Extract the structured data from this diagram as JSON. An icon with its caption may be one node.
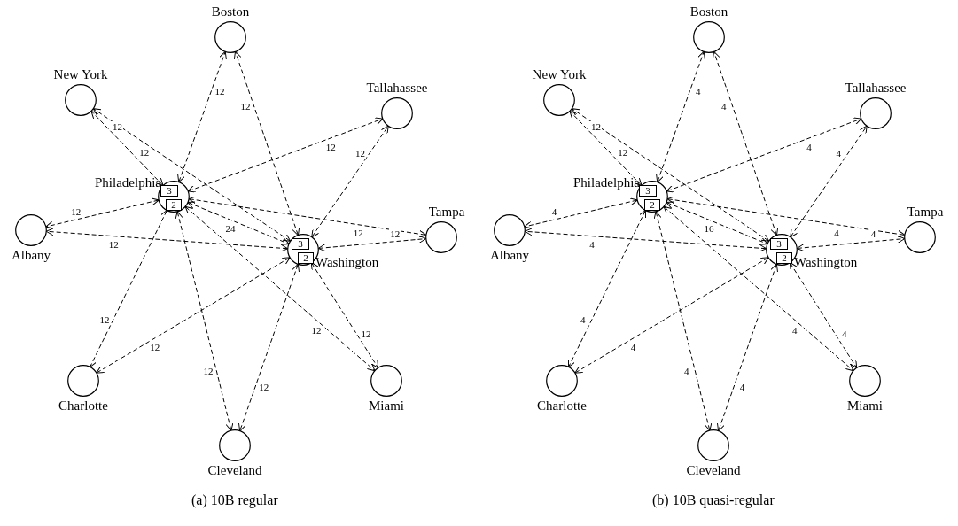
{
  "diagram": {
    "nodes": [
      {
        "text": [
          "Boston"
        ]
      },
      {
        "text": [
          "New York"
        ]
      },
      {
        "text": [
          "Tallahassee"
        ]
      },
      {
        "text": [
          "Philadelphia"
        ]
      },
      {
        "text": [
          "3"
        ],
        "in": 3
      },
      {
        "text": [
          "2"
        ],
        "in": 3
      },
      {
        "text": [
          "Tampa"
        ]
      },
      {
        "text": [
          "Albany"
        ]
      },
      {
        "text": [
          "Washington"
        ]
      },
      {
        "text": [
          "3"
        ],
        "in": 8
      },
      {
        "text": [
          "2"
        ],
        "in": 8
      },
      {
        "text": [
          "Charlotte"
        ]
      },
      {
        "text": [
          "Miami"
        ]
      },
      {
        "text": [
          "Cleveland"
        ]
      },
      {
        "text": [
          "Boston"
        ]
      },
      {
        "text": [
          "New York"
        ]
      },
      {
        "text": [
          "Tallahassee"
        ]
      },
      {
        "text": [
          "Philadelphia"
        ]
      },
      {
        "text": [
          "3"
        ],
        "in": 17
      },
      {
        "text": [
          "2"
        ],
        "in": 17
      },
      {
        "text": [
          "Tampa"
        ]
      },
      {
        "text": [
          "Albany"
        ]
      },
      {
        "text": [
          "Washington"
        ]
      },
      {
        "text": [
          "3"
        ],
        "in": 22
      },
      {
        "text": [
          "2"
        ],
        "in": 22
      },
      {
        "text": [
          "Charlotte"
        ]
      },
      {
        "text": [
          "Miami"
        ]
      },
      {
        "text": [
          "Cleveland"
        ]
      }
    ],
    "edges": [
      {
        "from": 3,
        "to": 0,
        "arrow": "both",
        "label": "12",
        "style": "dashed"
      },
      {
        "from": 3,
        "to": 1,
        "arrow": "both",
        "label": "12",
        "style": "dashed"
      },
      {
        "from": 3,
        "to": 7,
        "arrow": "both",
        "label": "12",
        "style": "dashed"
      },
      {
        "from": 3,
        "to": 2,
        "arrow": "both",
        "label": "12",
        "style": "dashed"
      },
      {
        "from": 3,
        "to": 6,
        "arrow": "both",
        "label": "12",
        "style": "dashed"
      },
      {
        "from": 3,
        "to": 11,
        "arrow": "both",
        "label": "12",
        "style": "dashed"
      },
      {
        "from": 3,
        "to": 13,
        "arrow": "both",
        "label": "12",
        "style": "dashed"
      },
      {
        "from": 3,
        "to": 12,
        "arrow": "both",
        "label": "12",
        "style": "dashed"
      },
      {
        "from": 8,
        "to": 0,
        "arrow": "both",
        "label": "12",
        "style": "dashed"
      },
      {
        "from": 8,
        "to": 1,
        "arrow": "both",
        "label": "12",
        "style": "dashed"
      },
      {
        "from": 8,
        "to": 7,
        "arrow": "both",
        "label": "12",
        "style": "dashed"
      },
      {
        "from": 8,
        "to": 2,
        "arrow": "both",
        "label": "12",
        "style": "dashed"
      },
      {
        "from": 8,
        "to": 6,
        "arrow": "both",
        "label": "12",
        "style": "dashed"
      },
      {
        "from": 8,
        "to": 11,
        "arrow": "both",
        "label": "12",
        "style": "dashed"
      },
      {
        "from": 8,
        "to": 13,
        "arrow": "both",
        "label": "12",
        "style": "dashed"
      },
      {
        "from": 8,
        "to": 12,
        "arrow": "both",
        "label": "12",
        "style": "dashed"
      },
      {
        "from": 3,
        "to": 8,
        "arrow": "both",
        "label": "24",
        "style": "dashed"
      },
      {
        "from": 17,
        "to": 14,
        "arrow": "both",
        "label": "4",
        "style": "dashed"
      },
      {
        "from": 17,
        "to": 15,
        "arrow": "both",
        "label": "12",
        "style": "dashed"
      },
      {
        "from": 17,
        "to": 21,
        "arrow": "both",
        "label": "4",
        "style": "dashed"
      },
      {
        "from": 17,
        "to": 16,
        "arrow": "both",
        "label": "4",
        "style": "dashed"
      },
      {
        "from": 17,
        "to": 20,
        "arrow": "both",
        "label": "4",
        "style": "dashed"
      },
      {
        "from": 17,
        "to": 25,
        "arrow": "both",
        "label": "4",
        "style": "dashed"
      },
      {
        "from": 17,
        "to": 27,
        "arrow": "both",
        "label": "4",
        "style": "dashed"
      },
      {
        "from": 17,
        "to": 26,
        "arrow": "both",
        "label": "4",
        "style": "dashed"
      },
      {
        "from": 22,
        "to": 14,
        "arrow": "both",
        "label": "4",
        "style": "dashed"
      },
      {
        "from": 22,
        "to": 15,
        "arrow": "both",
        "label": "12",
        "style": "dashed"
      },
      {
        "from": 22,
        "to": 21,
        "arrow": "both",
        "label": "4",
        "style": "dashed"
      },
      {
        "from": 22,
        "to": 16,
        "arrow": "both",
        "label": "4",
        "style": "dashed"
      },
      {
        "from": 22,
        "to": 20,
        "arrow": "both",
        "label": "4",
        "style": "dashed"
      },
      {
        "from": 22,
        "to": 25,
        "arrow": "both",
        "label": "4",
        "style": "dashed"
      },
      {
        "from": 22,
        "to": 27,
        "arrow": "both",
        "label": "4",
        "style": "dashed"
      },
      {
        "from": 22,
        "to": 26,
        "arrow": "both",
        "label": "4",
        "style": "dashed"
      },
      {
        "from": 17,
        "to": 22,
        "arrow": "both",
        "label": "16",
        "style": "dashed"
      }
    ],
    "labels": [
      "(a) 10B regular",
      "(b) 10B quasi-regular"
    ]
  }
}
